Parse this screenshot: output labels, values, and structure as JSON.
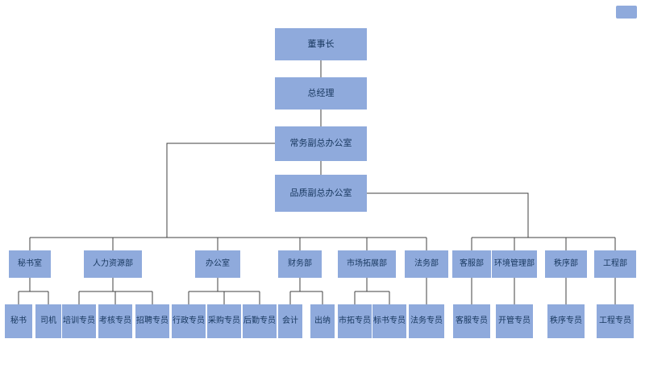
{
  "org": {
    "colors": {
      "node_fill": "#8FAADC",
      "node_text": "#17375E",
      "line": "#404040"
    },
    "chain": [
      {
        "label": "董事长"
      },
      {
        "label": "总经理"
      },
      {
        "label": "常务副总办公室"
      },
      {
        "label": "品质副总办公室"
      }
    ],
    "departments": [
      {
        "label": "秘书室",
        "children": [
          {
            "label": "秘书"
          },
          {
            "label": "司机"
          }
        ]
      },
      {
        "label": "人力资源部",
        "children": [
          {
            "label": "培训专员"
          },
          {
            "label": "考核专员"
          },
          {
            "label": "招聘专员"
          }
        ]
      },
      {
        "label": "办公室",
        "children": [
          {
            "label": "行政专员"
          },
          {
            "label": "采购专员"
          },
          {
            "label": "后勤专员"
          }
        ]
      },
      {
        "label": "财务部",
        "children": [
          {
            "label": "会计"
          },
          {
            "label": "出纳"
          }
        ]
      },
      {
        "label": "市场拓展部",
        "children": [
          {
            "label": "市拓专员"
          },
          {
            "label": "标书专员"
          }
        ]
      },
      {
        "label": "法务部",
        "children": [
          {
            "label": "法务专员"
          }
        ]
      },
      {
        "label": "客服部",
        "children": [
          {
            "label": "客服专员"
          }
        ]
      },
      {
        "label": "环境管理部",
        "children": [
          {
            "label": "开管专员"
          }
        ]
      },
      {
        "label": "秩序部",
        "children": [
          {
            "label": "秩序专员"
          }
        ]
      },
      {
        "label": "工程部",
        "children": [
          {
            "label": "工程专员"
          }
        ]
      }
    ]
  }
}
